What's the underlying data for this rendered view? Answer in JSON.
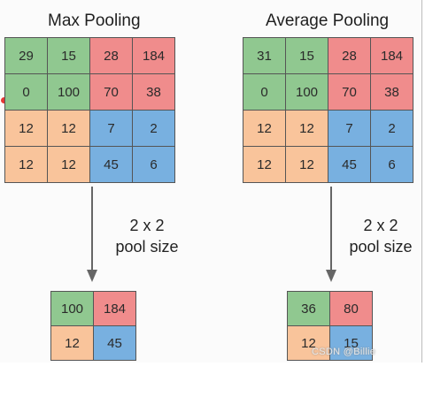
{
  "colors": {
    "green": "#90c890",
    "red": "#f08c8c",
    "orange": "#f9c49b",
    "blue": "#78b0e0"
  },
  "max_pooling": {
    "title": "Max Pooling",
    "input": [
      [
        {
          "v": "29",
          "c": "green"
        },
        {
          "v": "15",
          "c": "green"
        },
        {
          "v": "28",
          "c": "red"
        },
        {
          "v": "184",
          "c": "red"
        }
      ],
      [
        {
          "v": "0",
          "c": "green"
        },
        {
          "v": "100",
          "c": "green"
        },
        {
          "v": "70",
          "c": "red"
        },
        {
          "v": "38",
          "c": "red"
        }
      ],
      [
        {
          "v": "12",
          "c": "orange"
        },
        {
          "v": "12",
          "c": "orange"
        },
        {
          "v": "7",
          "c": "blue"
        },
        {
          "v": "2",
          "c": "blue"
        }
      ],
      [
        {
          "v": "12",
          "c": "orange"
        },
        {
          "v": "12",
          "c": "orange"
        },
        {
          "v": "45",
          "c": "blue"
        },
        {
          "v": "6",
          "c": "blue"
        }
      ]
    ],
    "output": [
      [
        {
          "v": "100",
          "c": "green"
        },
        {
          "v": "184",
          "c": "red"
        }
      ],
      [
        {
          "v": "12",
          "c": "orange"
        },
        {
          "v": "45",
          "c": "blue"
        }
      ]
    ],
    "pool_label_1": "2 x 2",
    "pool_label_2": "pool size"
  },
  "average_pooling": {
    "title": "Average Pooling",
    "input": [
      [
        {
          "v": "31",
          "c": "green"
        },
        {
          "v": "15",
          "c": "green"
        },
        {
          "v": "28",
          "c": "red"
        },
        {
          "v": "184",
          "c": "red"
        }
      ],
      [
        {
          "v": "0",
          "c": "green"
        },
        {
          "v": "100",
          "c": "green"
        },
        {
          "v": "70",
          "c": "red"
        },
        {
          "v": "38",
          "c": "red"
        }
      ],
      [
        {
          "v": "12",
          "c": "orange"
        },
        {
          "v": "12",
          "c": "orange"
        },
        {
          "v": "7",
          "c": "blue"
        },
        {
          "v": "2",
          "c": "blue"
        }
      ],
      [
        {
          "v": "12",
          "c": "orange"
        },
        {
          "v": "12",
          "c": "orange"
        },
        {
          "v": "45",
          "c": "blue"
        },
        {
          "v": "6",
          "c": "blue"
        }
      ]
    ],
    "output": [
      [
        {
          "v": "36",
          "c": "green"
        },
        {
          "v": "80",
          "c": "red"
        }
      ],
      [
        {
          "v": "12",
          "c": "orange"
        },
        {
          "v": "15",
          "c": "blue"
        }
      ]
    ],
    "pool_label_1": "2 x 2",
    "pool_label_2": "pool size"
  },
  "watermark": "CSDN @Billie"
}
